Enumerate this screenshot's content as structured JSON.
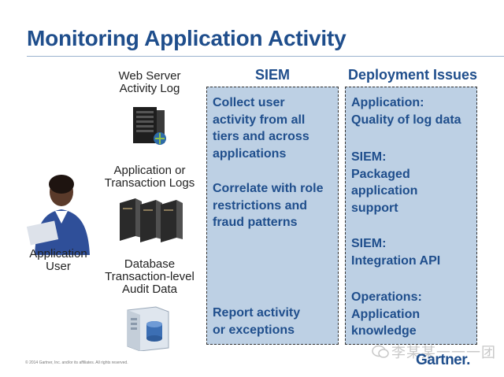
{
  "slide": {
    "title": "Monitoring Application Activity",
    "sources": {
      "web_server": [
        "Web Server",
        "Activity Log"
      ],
      "app_logs": [
        "Application or",
        "Transaction Logs"
      ],
      "database": [
        "Database",
        "Transaction-level",
        "Audit Data"
      ],
      "user": [
        "Application",
        "User"
      ]
    },
    "siem": {
      "heading": "SIEM",
      "items": [
        [
          "Collect user",
          "activity from all",
          "tiers and across",
          "applications"
        ],
        [
          "Correlate with role",
          "restrictions and",
          "fraud patterns"
        ],
        [
          "Report activity",
          "or exceptions"
        ]
      ]
    },
    "deployment": {
      "heading": "Deployment Issues",
      "items": [
        [
          "Application:",
          "Quality of log data"
        ],
        [
          "SIEM:",
          "Packaged",
          "application",
          "support"
        ],
        [
          "SIEM:",
          "Integration API"
        ],
        [
          "Operations:",
          "Application",
          "knowledge"
        ]
      ]
    },
    "footer": "© 2014 Gartner, Inc. and/or its affiliates. All rights reserved.",
    "watermark": "李某某一一一团",
    "brand": "Gartner."
  },
  "colors": {
    "title": "#1f4e8c",
    "box_fill": "#bdd0e4",
    "box_text": "#1f4e8c"
  }
}
